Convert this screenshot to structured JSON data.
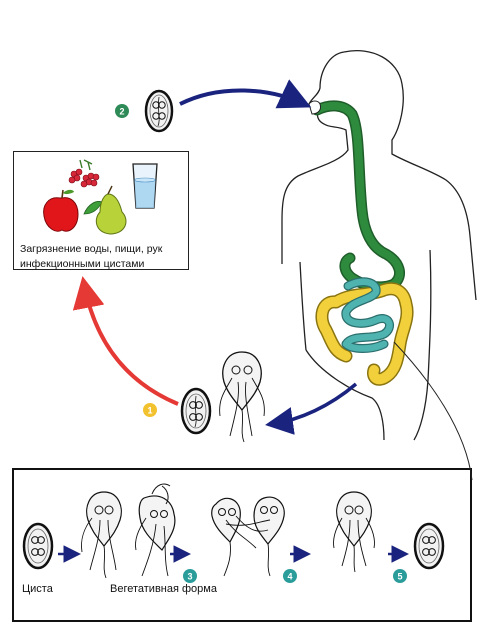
{
  "contamination": {
    "line1": "Загрязнение воды, пищи, рук",
    "line2": "инфекционными цистами"
  },
  "lifecycle": {
    "cyst_label": "Циста",
    "vegetative_label": "Вегетативная форма"
  },
  "steps": [
    "1",
    "2",
    "3",
    "4",
    "5"
  ],
  "colors": {
    "step1": "#f2c12e",
    "step2": "#2e8b57",
    "step3": "#2a9d9a",
    "step4": "#2a9d9a",
    "step5": "#2a9d9a",
    "arrow_blue": "#1a237e",
    "arrow_red": "#e53935",
    "gi_green": "#2e8b3e",
    "colon_yellow": "#f2d03b",
    "intestine_teal": "#4fb3b0"
  }
}
